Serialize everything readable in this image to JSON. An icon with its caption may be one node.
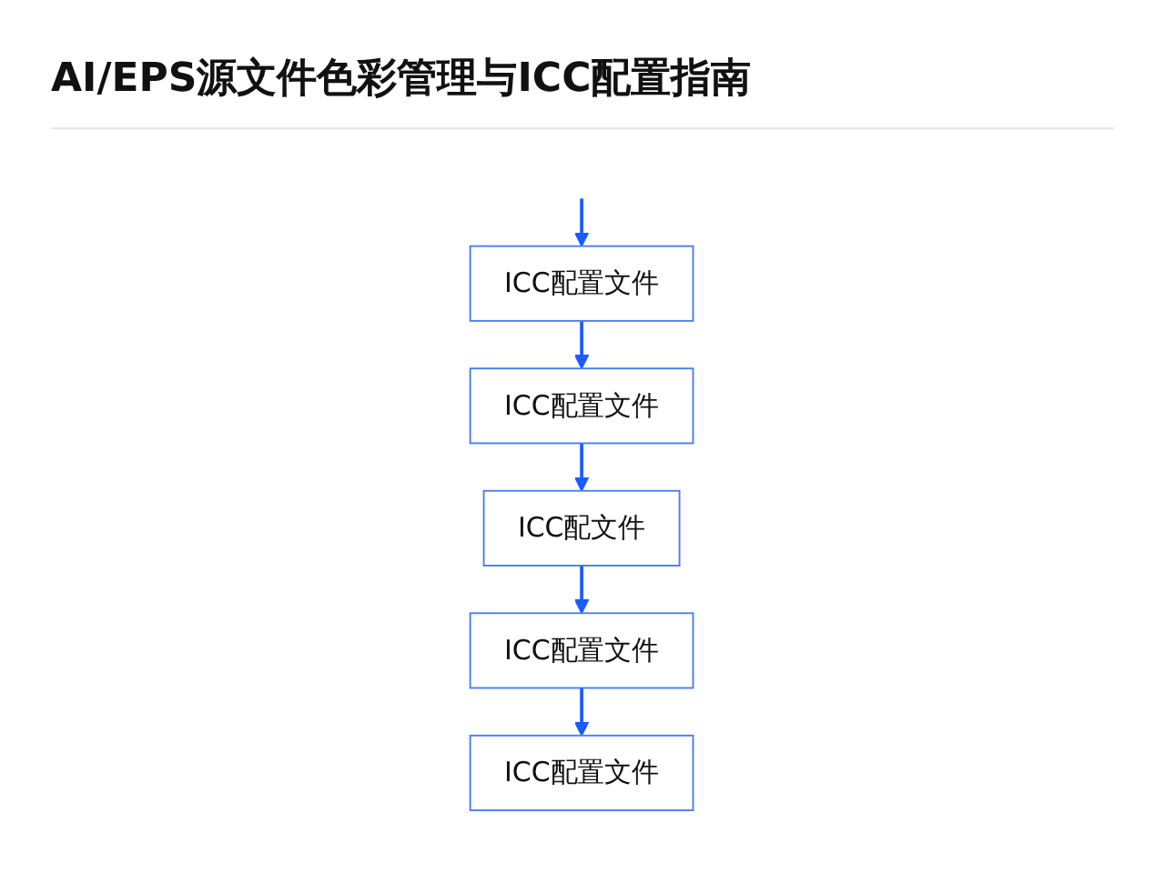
{
  "diagram": {
    "title": "AI/EPS源文件色彩管理与ICC配置指南",
    "nodes": [
      {
        "text": [
          "ICC配置文件"
        ]
      },
      {
        "text": [
          "ICC配置文件"
        ]
      },
      {
        "text": [
          "ICC配文件"
        ]
      },
      {
        "text": [
          "ICC配置文件"
        ]
      },
      {
        "text": [
          "ICC配置文件"
        ]
      }
    ],
    "edges": [
      {
        "from": null,
        "to": 0,
        "arrow": "to"
      },
      {
        "from": 0,
        "to": 1,
        "arrow": "to"
      },
      {
        "from": 1,
        "to": 2,
        "arrow": "to"
      },
      {
        "from": 2,
        "to": 3,
        "arrow": "to"
      },
      {
        "from": 3,
        "to": 4,
        "arrow": "to"
      }
    ]
  }
}
